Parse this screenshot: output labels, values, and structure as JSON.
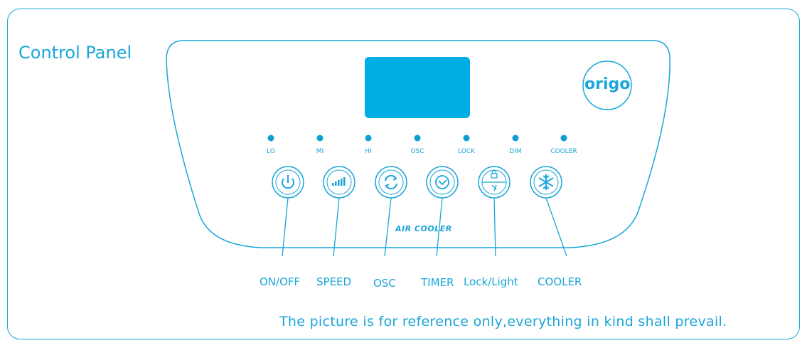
{
  "title": "Control Panel",
  "brand": "origo",
  "product_mark": "AIR COOLER",
  "indicators": [
    {
      "label": "LO"
    },
    {
      "label": "MI"
    },
    {
      "label": "HI"
    },
    {
      "label": "OSC"
    },
    {
      "label": "LOCK"
    },
    {
      "label": "DIM"
    },
    {
      "label": "COOLER"
    }
  ],
  "buttons": [
    {
      "label": "ON/OFF",
      "icon": "power-icon"
    },
    {
      "label": "SPEED",
      "icon": "signal-bars-icon"
    },
    {
      "label": "OSC",
      "icon": "rotate-arrows-icon"
    },
    {
      "label": "TIMER",
      "icon": "clock-icon"
    },
    {
      "label": "Lock/Light",
      "icon": "lock-light-icon"
    },
    {
      "label": "COOLER",
      "icon": "snowflake-icon"
    }
  ],
  "footnote": "The picture is for reference only,everything in kind shall prevail.",
  "colors": {
    "accent": "#1aa6d8",
    "display": "#00aee6"
  }
}
